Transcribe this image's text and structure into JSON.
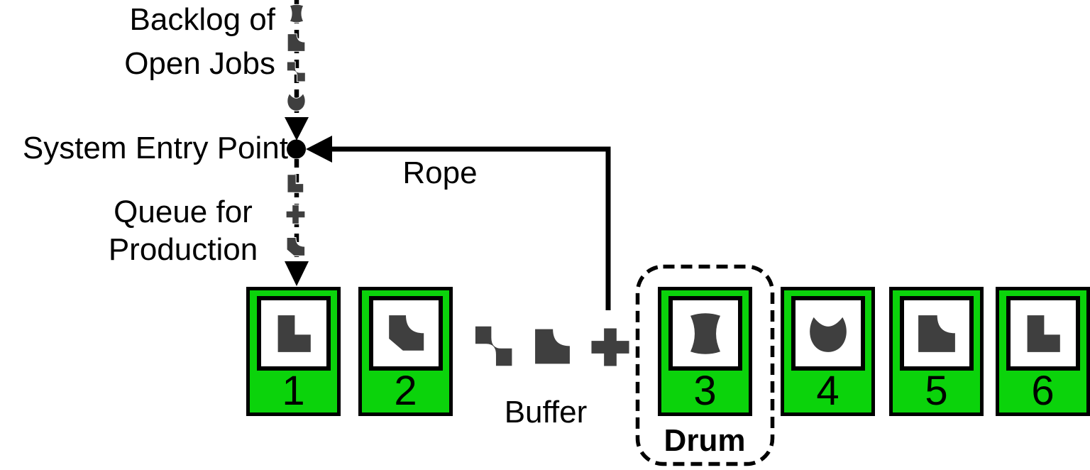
{
  "labels": {
    "backlog_line1": "Backlog of",
    "backlog_line2": "Open Jobs",
    "system_entry_point": "System Entry Point",
    "queue_line1": "Queue for",
    "queue_line2": "Production",
    "rope": "Rope",
    "buffer": "Buffer",
    "drum": "Drum"
  },
  "stations": [
    {
      "number": "1",
      "shape": "l-shape"
    },
    {
      "number": "2",
      "shape": "diagonal-blob"
    },
    {
      "number": "3",
      "shape": "spool",
      "highlight": "drum"
    },
    {
      "number": "4",
      "shape": "moon"
    },
    {
      "number": "5",
      "shape": "corner-blob"
    },
    {
      "number": "6",
      "shape": "l-shape"
    }
  ],
  "backlog_items": [
    "spool",
    "corner-blob",
    "s-wave",
    "moon"
  ],
  "queue_items": [
    "l-shape",
    "plus",
    "diagonal-blob"
  ],
  "buffer_items": [
    "s-wave",
    "corner-blob",
    "plus"
  ],
  "colors": {
    "station_fill": "#0BD30B",
    "station_window_fill": "#FFFFFF",
    "part_fill": "#3F3F3F",
    "line": "#000000"
  }
}
